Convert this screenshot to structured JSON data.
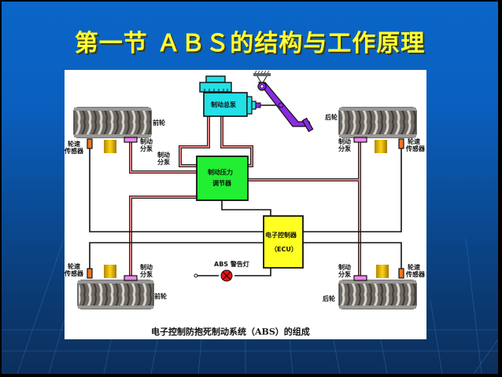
{
  "slide": {
    "title": "第一节 ＡＢＳ的结构与工作原理",
    "background_color": "#0a5fbe",
    "title_color": "#ffff33"
  },
  "diagram": {
    "caption": "电子控制防抱死制动系统（ABS）的组成",
    "components": {
      "master_cylinder": "制动总泵",
      "pressure_modulator_line1": "制动压力",
      "pressure_modulator_line2": "调节器",
      "ecu_line1": "电子控制器",
      "ecu_line2": "（ECU）",
      "warning_lamp": "ABS 警告灯"
    },
    "labels": {
      "front_wheel_tl": "前轮",
      "rear_wheel_tr": "后轮",
      "front_wheel_bl": "前轮",
      "rear_wheel_br": "后轮",
      "sensor_tl_1": "轮速",
      "sensor_tl_2": "传感器",
      "sensor_tr_1": "轮速",
      "sensor_tr_2": "传感器",
      "sensor_bl_1": "轮速",
      "sensor_bl_2": "传感器",
      "sensor_br_1": "轮速",
      "sensor_br_2": "传感器",
      "cyl_tl_1": "制动",
      "cyl_tl_2": "分泵",
      "cyl_tl_b_1": "制动",
      "cyl_tl_b_2": "分泵",
      "cyl_tr_1": "制动",
      "cyl_tr_2": "分泵",
      "cyl_bl_1": "制动",
      "cyl_bl_2": "分泵",
      "cyl_br_1": "制动",
      "cyl_br_2": "分泵"
    },
    "colors": {
      "master_cylinder": "#22e0e6",
      "modulator": "#22ee33",
      "ecu": "#ffff22",
      "brake_line": "#e08080",
      "pedal": "#8a2be2",
      "wheel_cylinder": "#ee88ee",
      "sensor": "#ee7722",
      "hub": "#e0b000",
      "warning_lamp": "#ee1111"
    }
  }
}
